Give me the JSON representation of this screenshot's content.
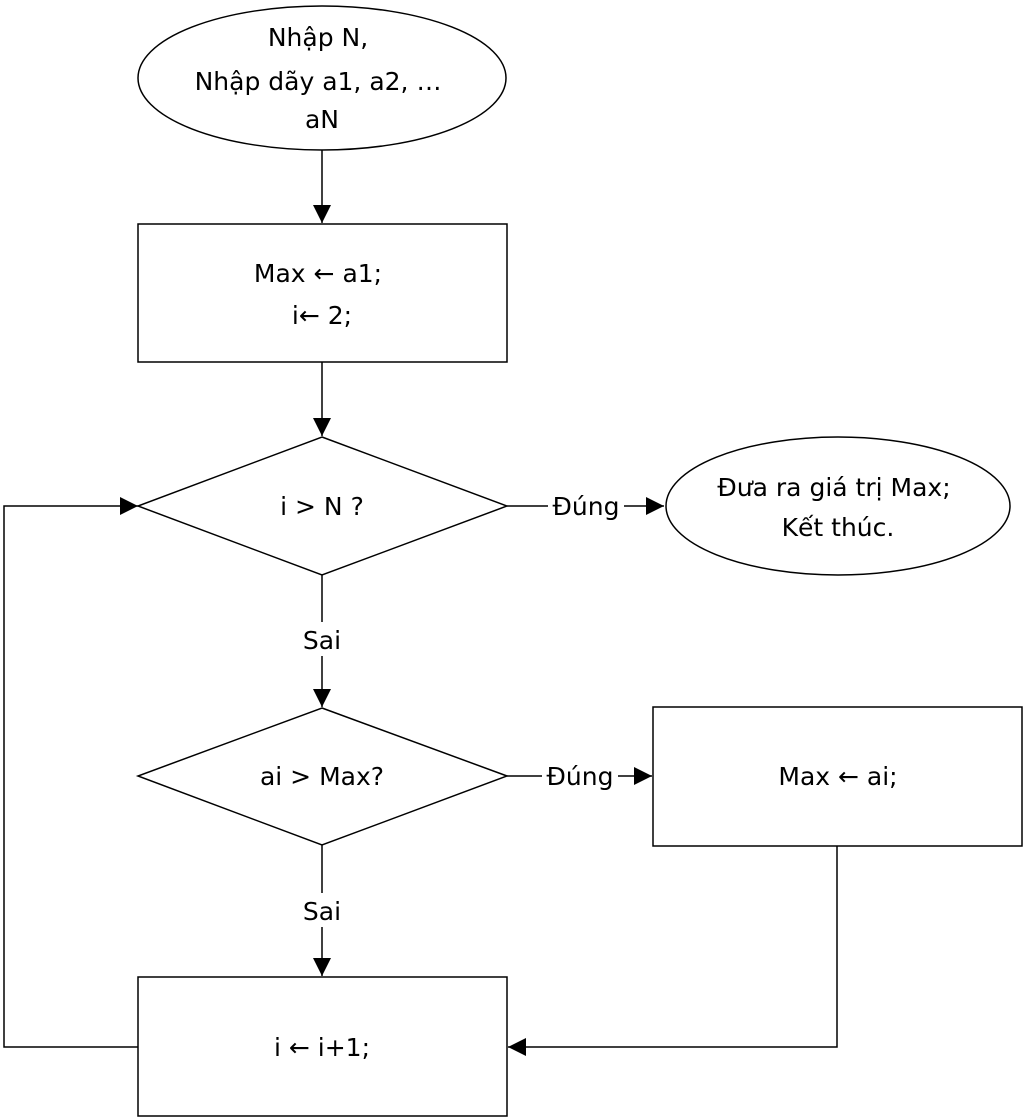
{
  "nodes": {
    "start": {
      "lines": [
        "Nhập N,",
        "Nhập dãy a1, a2, …",
        "aN"
      ]
    },
    "init": {
      "lines": [
        "Max ← a1;",
        "i← 2;"
      ]
    },
    "cond_i_gt_n": {
      "lines": [
        "i > N ?"
      ]
    },
    "end": {
      "lines": [
        "Đưa ra giá trị Max;",
        "Kết thúc."
      ]
    },
    "cond_ai_gt_max": {
      "lines": [
        "ai > Max?"
      ]
    },
    "assign_max": {
      "lines": [
        "Max ←  ai;"
      ]
    },
    "increment": {
      "lines": [
        "i ←  i+1;"
      ]
    }
  },
  "edges": {
    "cond1_true_label": "Đúng",
    "cond1_false_label": "Sai",
    "cond2_true_label": "Đúng",
    "cond2_false_label": "Sai"
  }
}
